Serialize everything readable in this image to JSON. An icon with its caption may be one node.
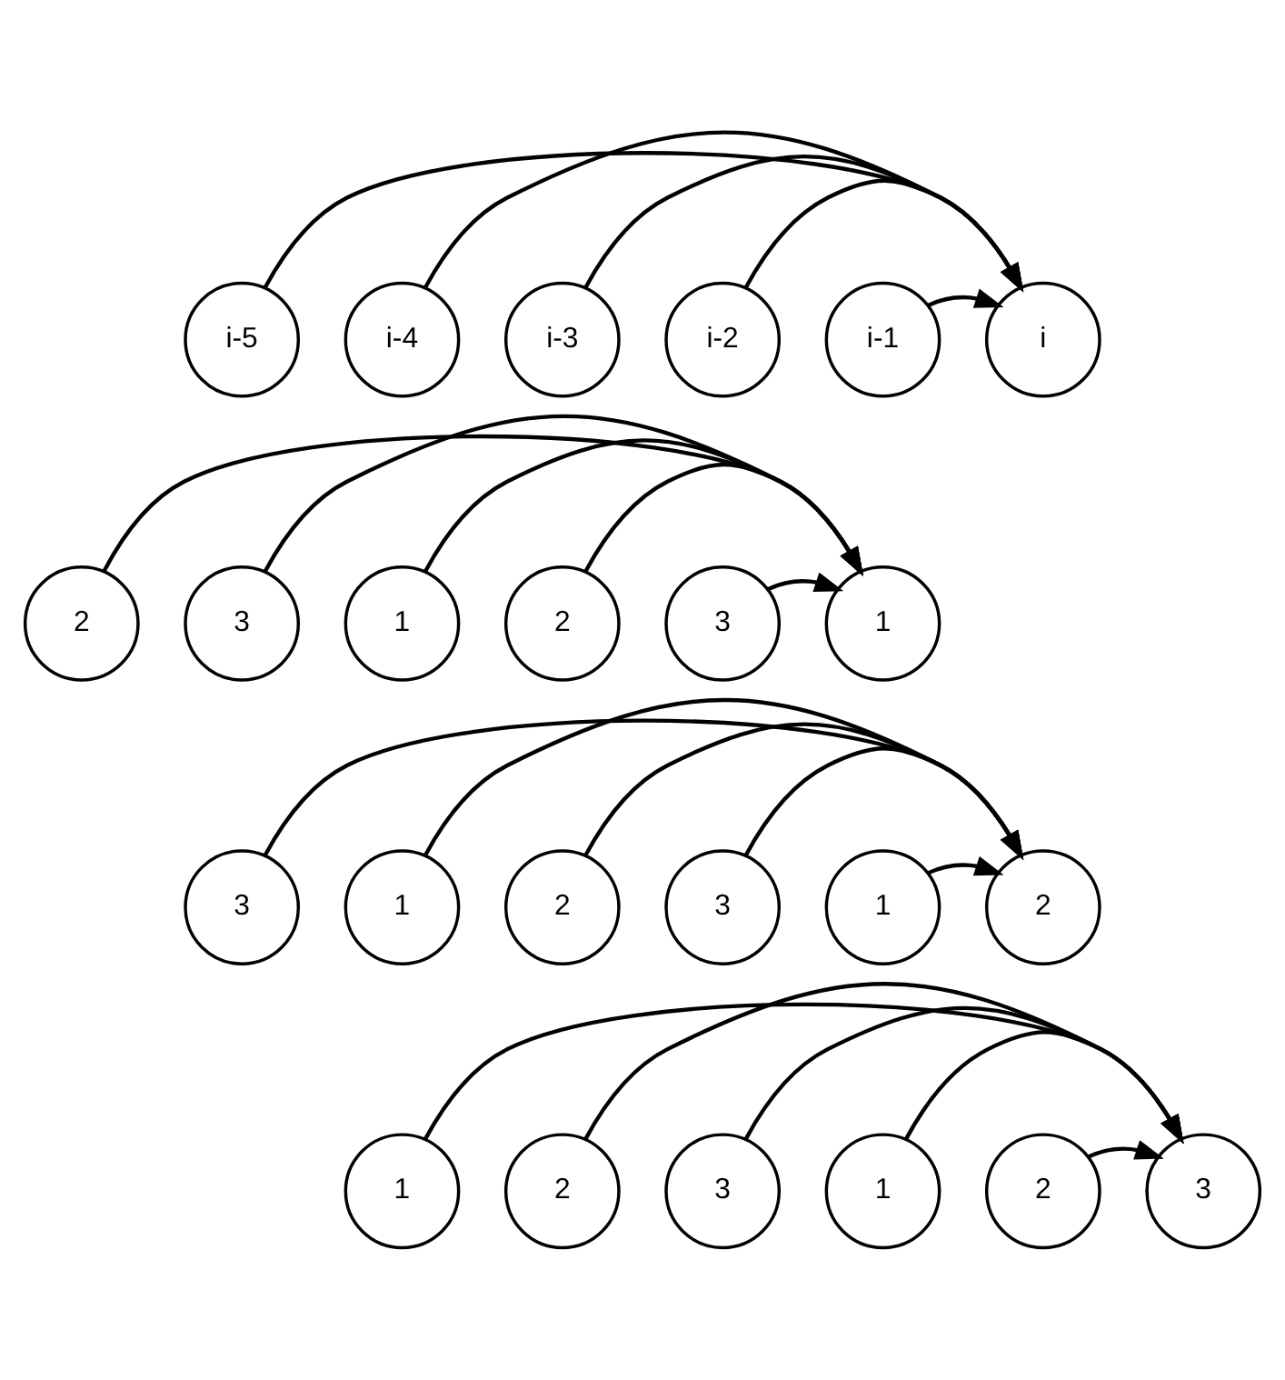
{
  "diagram": {
    "nodes": [
      {
        "text": [
          "i-5"
        ]
      },
      {
        "text": [
          "i-4"
        ]
      },
      {
        "text": [
          "i-3"
        ]
      },
      {
        "text": [
          "i-2"
        ]
      },
      {
        "text": [
          "i-1"
        ]
      },
      {
        "text": [
          "i"
        ]
      },
      {
        "text": [
          "2"
        ]
      },
      {
        "text": [
          "3"
        ]
      },
      {
        "text": [
          "1"
        ]
      },
      {
        "text": [
          "2"
        ]
      },
      {
        "text": [
          "3"
        ]
      },
      {
        "text": [
          "1"
        ]
      },
      {
        "text": [
          "3"
        ]
      },
      {
        "text": [
          "1"
        ]
      },
      {
        "text": [
          "2"
        ]
      },
      {
        "text": [
          "3"
        ]
      },
      {
        "text": [
          "1"
        ]
      },
      {
        "text": [
          "2"
        ]
      },
      {
        "text": [
          "1"
        ]
      },
      {
        "text": [
          "2"
        ]
      },
      {
        "text": [
          "3"
        ]
      },
      {
        "text": [
          "1"
        ]
      },
      {
        "text": [
          "2"
        ]
      },
      {
        "text": [
          "3"
        ]
      }
    ],
    "edges": [
      {
        "from": 0,
        "to": 5,
        "arrow": "to"
      },
      {
        "from": 1,
        "to": 5,
        "arrow": "to"
      },
      {
        "from": 2,
        "to": 5,
        "arrow": "to"
      },
      {
        "from": 3,
        "to": 5,
        "arrow": "to"
      },
      {
        "from": 4,
        "to": 5,
        "arrow": "to"
      },
      {
        "from": 6,
        "to": 11,
        "arrow": "to"
      },
      {
        "from": 7,
        "to": 11,
        "arrow": "to"
      },
      {
        "from": 8,
        "to": 11,
        "arrow": "to"
      },
      {
        "from": 9,
        "to": 11,
        "arrow": "to"
      },
      {
        "from": 10,
        "to": 11,
        "arrow": "to"
      },
      {
        "from": 12,
        "to": 17,
        "arrow": "to"
      },
      {
        "from": 13,
        "to": 17,
        "arrow": "to"
      },
      {
        "from": 14,
        "to": 17,
        "arrow": "to"
      },
      {
        "from": 15,
        "to": 17,
        "arrow": "to"
      },
      {
        "from": 16,
        "to": 17,
        "arrow": "to"
      },
      {
        "from": 18,
        "to": 23,
        "arrow": "to"
      },
      {
        "from": 19,
        "to": 23,
        "arrow": "to"
      },
      {
        "from": 20,
        "to": 23,
        "arrow": "to"
      },
      {
        "from": 21,
        "to": 23,
        "arrow": "to"
      },
      {
        "from": 22,
        "to": 23,
        "arrow": "to"
      }
    ]
  }
}
